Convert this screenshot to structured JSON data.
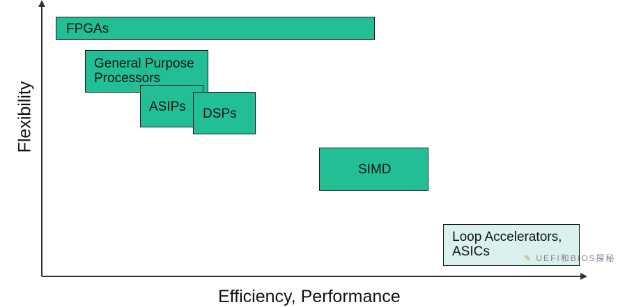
{
  "diagram": {
    "axes": {
      "y_label": "Flexibility",
      "x_label": "Efficiency, Performance"
    },
    "colors": {
      "box_fill": "#22bf97",
      "box_fill_light": "#d9f2ee",
      "border": "#1b1b1b",
      "axis": "#333333"
    },
    "boxes": {
      "fpgas": "FPGAs",
      "gpp": "General Purpose\nProcessors",
      "asips": "ASIPs",
      "dsps": "DSPs",
      "simd": "SIMD",
      "loop": "Loop Accelerators,\nASICs"
    },
    "watermark": {
      "icon": "pencil-icon",
      "text": "UEFI和BIOS探秘"
    }
  }
}
